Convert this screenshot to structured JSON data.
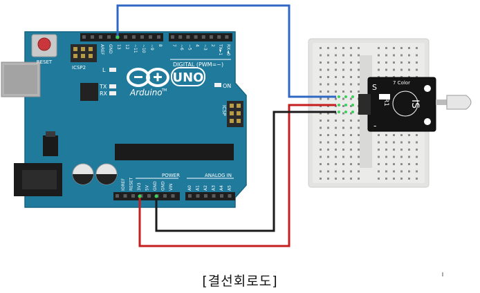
{
  "caption": "[결선회로도]",
  "board": {
    "reset_label": "RESET",
    "icsp2_label": "ICSP2",
    "icsp_label": "ICSP",
    "brand": "Arduino",
    "model": "UNO",
    "tm": "TM",
    "digital_label": "DIGITAL (PWM=~)",
    "power_label": "POWER",
    "analog_label": "ANALOG IN",
    "on_label": "ON",
    "led_l": "L",
    "led_tx": "TX",
    "led_rx": "RX",
    "top_pins": [
      "AREF",
      "GND",
      "13",
      "12",
      "~11",
      "~10",
      "~9",
      "8",
      "7",
      "~6",
      "~5",
      "4",
      "~3",
      "2",
      "TX►1",
      "RX◄0"
    ],
    "power_pins": [
      "IOREF",
      "RESET",
      "3V3",
      "5V",
      "GND",
      "GND",
      "VIN"
    ],
    "analog_pins": [
      "A0",
      "A1",
      "A2",
      "A3",
      "A4",
      "A5"
    ]
  },
  "module": {
    "name": "7 Color",
    "pin_s": "S",
    "pin_minus": "-",
    "mark": "IS",
    "ref": "R1"
  },
  "colors": {
    "board": "#1f7a9c",
    "wire_signal": "#2f67c5",
    "wire_power": "#c41e1e",
    "wire_ground": "#1a1a1a",
    "breadboard": "#e8e8e6",
    "module": "#111111"
  }
}
